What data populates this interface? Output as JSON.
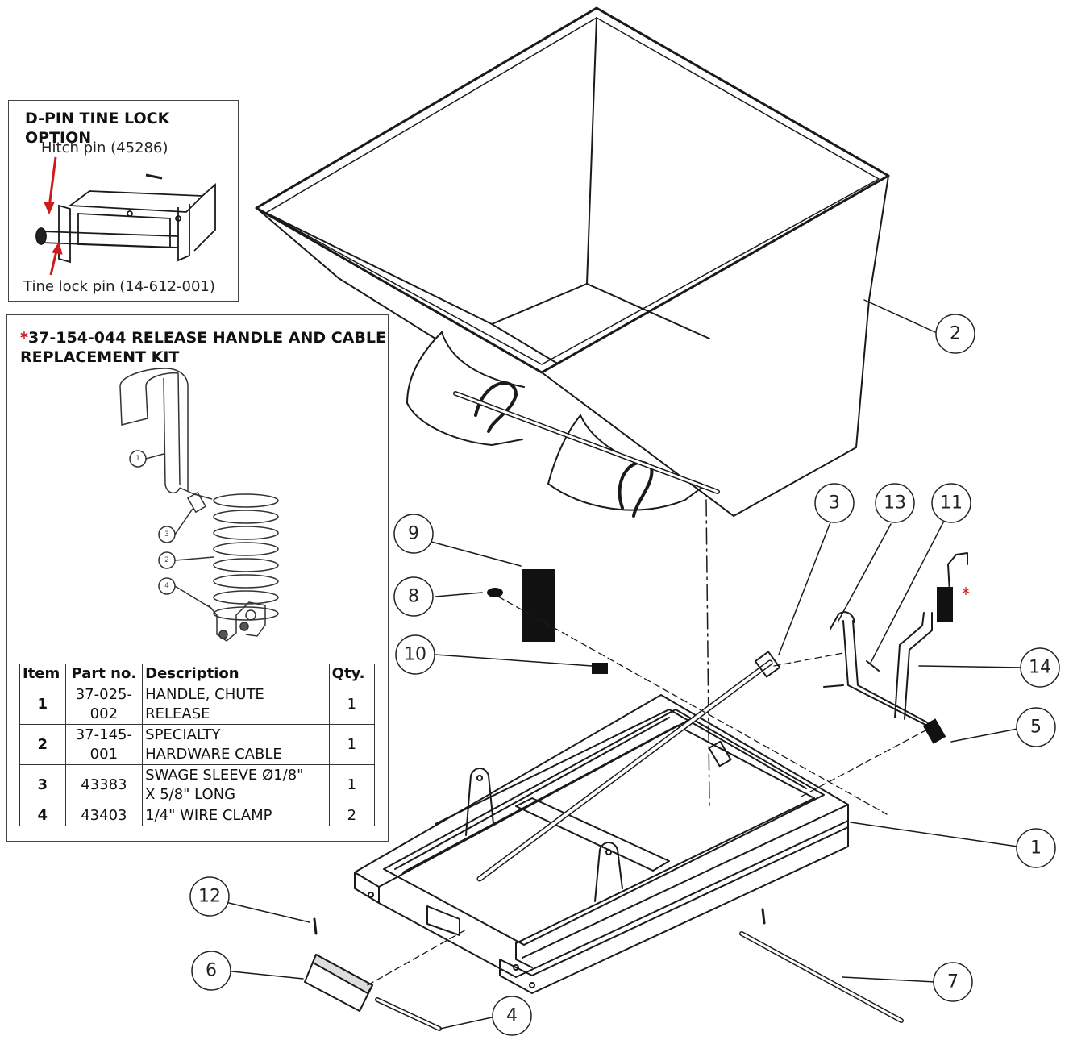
{
  "callouts": [
    "1",
    "2",
    "3",
    "4",
    "5",
    "6",
    "7",
    "8",
    "9",
    "10",
    "11",
    "12",
    "13",
    "14"
  ],
  "dpin_box": {
    "title": "D-PIN TINE LOCK OPTION",
    "hitch_pin": "Hitch pin (45286)",
    "tine_lock_pin": "Tine lock pin (14-612-001)"
  },
  "kit_box": {
    "asterisk": "*",
    "title_line1": "37-154-044 RELEASE HANDLE AND CABLE",
    "title_line2": "REPLACEMENT KIT",
    "mini_callouts": [
      "1",
      "3",
      "2",
      "4"
    ],
    "table": {
      "headers": [
        "Item",
        "Part no.",
        "Description",
        "Qty."
      ],
      "rows": [
        {
          "item": "1",
          "part_line1": "37-025-",
          "part_line2": "002",
          "desc_line1": "HANDLE, CHUTE",
          "desc_line2": "RELEASE",
          "qty": "1"
        },
        {
          "item": "2",
          "part_line1": "37-145-",
          "part_line2": "001",
          "desc_line1": "SPECIALTY",
          "desc_line2": "HARDWARE CABLE",
          "qty": "1"
        },
        {
          "item": "3",
          "part_line1": "43383",
          "part_line2": "",
          "desc_line1": "SWAGE SLEEVE Ø1/8\"",
          "desc_line2": "X 5/8\" LONG",
          "qty": "1"
        },
        {
          "item": "4",
          "part_line1": "43403",
          "part_line2": "",
          "desc_line1": "1/4\" WIRE CLAMP",
          "desc_line2": "",
          "qty": "2"
        }
      ]
    }
  },
  "spring_marker": "*",
  "colors": {
    "line": "#1a1a1a",
    "accent": "#d0191a",
    "frame": "#444444"
  }
}
